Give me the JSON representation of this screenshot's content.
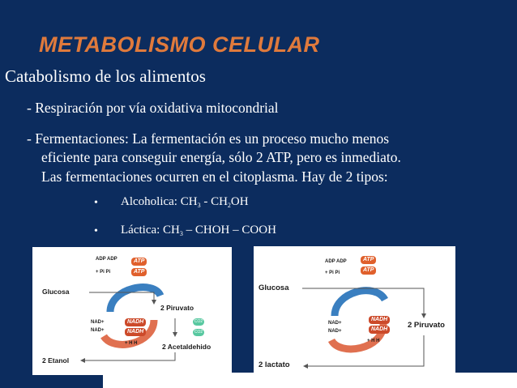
{
  "slide": {
    "title": "METABOLISMO CELULAR",
    "subtitle": "Catabolismo de los alimentos",
    "line1": "- Respiración por vía oxidativa mitocondrial",
    "line2": "- Fermentaciones: La fermentación es un proceso mucho menos",
    "line3": "eficiente para conseguir energía, sólo 2 ATP, pero es inmediato.",
    "line4": "Las fermentaciones ocurren en el citoplasma. Hay de 2 tipos:",
    "bullet_glyph": "•",
    "bullet1": {
      "prefix": "Alcoholica: CH",
      "sub1": "3",
      "mid": " - CH",
      "sub2": "2",
      "suffix": "OH"
    },
    "bullet2": {
      "prefix": "Láctica: CH",
      "sub1": "3",
      "suffix": " – CHOH – COOH"
    }
  },
  "diagram1": {
    "adp": "ADP ADP",
    "pi": "+ Pi Pi",
    "atp1": "ATP",
    "atp2": "ATP",
    "glucosa": "Glucosa",
    "piruvato": "2 Piruvato",
    "nad1": "NAD+",
    "nad2": "NAD+",
    "nadh1": "NADH",
    "nadh2": "NADH",
    "h": "+ H H",
    "co2a": "CO2",
    "co2b": "CO2",
    "acetaldehido": "2 Acetaldehido",
    "etanol": "2 Etanol",
    "arrow_color": "#3a7fc0",
    "arrow_color2": "#e07050"
  },
  "diagram2": {
    "adp": "ADP ADP",
    "pi": "+ Pi Pi",
    "atp1": "ATP",
    "atp2": "ATP",
    "glucosa": "Glucosa",
    "piruvato": "2 Piruvato",
    "nad1": "NAD+",
    "nad2": "NAD+",
    "nadh1": "NADH",
    "nadh2": "NADH",
    "h": "+ H H",
    "lactato": "2 lactato"
  }
}
